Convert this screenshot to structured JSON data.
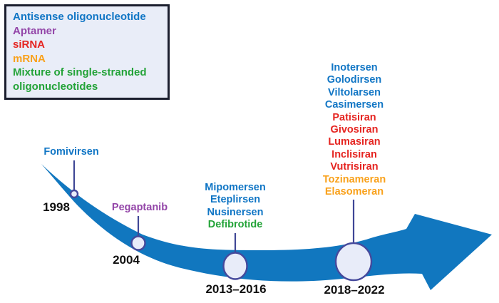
{
  "legend": {
    "items": [
      {
        "label": "Antisense oligonucleotide",
        "color": "#1176c5"
      },
      {
        "label": "Aptamer",
        "color": "#9345a8"
      },
      {
        "label": "siRNA",
        "color": "#e52420"
      },
      {
        "label": "mRNA",
        "color": "#f9a11b"
      },
      {
        "label": "Mixture of single-stranded oligonucleotides",
        "color": "#23a338"
      }
    ]
  },
  "timeline": {
    "arrow_color": "#1177bf",
    "node_fill": "#e8ecf9",
    "node_stroke": "#45499c",
    "connector_color": "#3f4796",
    "milestones": [
      {
        "year": "1998",
        "drugs": [
          {
            "name": "Fomivirsen",
            "color": "#1176c5"
          }
        ]
      },
      {
        "year": "2004",
        "drugs": [
          {
            "name": "Pegaptanib",
            "color": "#9345a8"
          }
        ]
      },
      {
        "year": "2013–2016",
        "drugs": [
          {
            "name": "Mipomersen",
            "color": "#1176c5"
          },
          {
            "name": "Eteplirsen",
            "color": "#1176c5"
          },
          {
            "name": "Nusinersen",
            "color": "#1176c5"
          },
          {
            "name": "Defibrotide",
            "color": "#23a338"
          }
        ]
      },
      {
        "year": "2018–2022",
        "drugs": [
          {
            "name": "Inotersen",
            "color": "#1176c5"
          },
          {
            "name": "Golodirsen",
            "color": "#1176c5"
          },
          {
            "name": "Viltolarsen",
            "color": "#1176c5"
          },
          {
            "name": "Casimersen",
            "color": "#1176c5"
          },
          {
            "name": "Patisiran",
            "color": "#e52420"
          },
          {
            "name": "Givosiran",
            "color": "#e52420"
          },
          {
            "name": "Lumasiran",
            "color": "#e52420"
          },
          {
            "name": "Inclisiran",
            "color": "#e52420"
          },
          {
            "name": "Vutrisiran",
            "color": "#e52420"
          },
          {
            "name": "Tozinameran",
            "color": "#f9a11b"
          },
          {
            "name": "Elasomeran",
            "color": "#f9a11b"
          }
        ]
      }
    ]
  }
}
